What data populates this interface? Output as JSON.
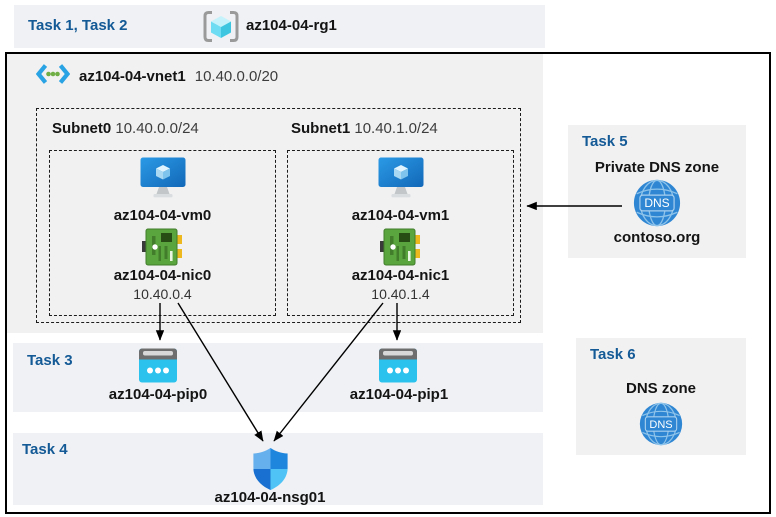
{
  "header": {
    "task_label": "Task 1, Task 2",
    "resource_group": "az104-04-rg1"
  },
  "vnet": {
    "name": "az104-04-vnet1",
    "cidr": "10.40.0.0/20"
  },
  "subnets": [
    {
      "name": "Subnet0",
      "cidr": "10.40.0.0/24",
      "vm": "az104-04-vm0",
      "nic": "az104-04-nic0",
      "ip": "10.40.0.4"
    },
    {
      "name": "Subnet1",
      "cidr": "10.40.1.0/24",
      "vm": "az104-04-vm1",
      "nic": "az104-04-nic1",
      "ip": "10.40.1.4"
    }
  ],
  "task3": {
    "task_label": "Task 3",
    "pips": [
      "az104-04-pip0",
      "az104-04-pip1"
    ]
  },
  "task4": {
    "task_label": "Task 4",
    "nsg": "az104-04-nsg01"
  },
  "task5": {
    "task_label": "Task 5",
    "title": "Private DNS zone",
    "icon_text": "DNS",
    "zone_name": "contoso.org"
  },
  "task6": {
    "task_label": "Task 6",
    "title": "DNS zone",
    "icon_text": "DNS"
  },
  "icons": {
    "resource_group": "brackets-with-cube",
    "virtual_network": "chevrons-with-dots",
    "virtual_machine": "blue-monitor-cube",
    "network_interface": "green-nic-card",
    "public_ip": "cyan-address-window",
    "dns_zone": "blue-globe-dns",
    "network_security_group": "quadrant-shield"
  },
  "colors": {
    "task_label": "#145a96",
    "band_background": "#eff1f4",
    "box_background": "#f1f1f2",
    "border": "#000000",
    "vnet_cyan": "#29a3e3",
    "nic_green": "#5ba53e",
    "pip_cyan": "#2cc2ee",
    "dns_blue": "#2f87d3",
    "shield_blue": "#1f86dd"
  }
}
